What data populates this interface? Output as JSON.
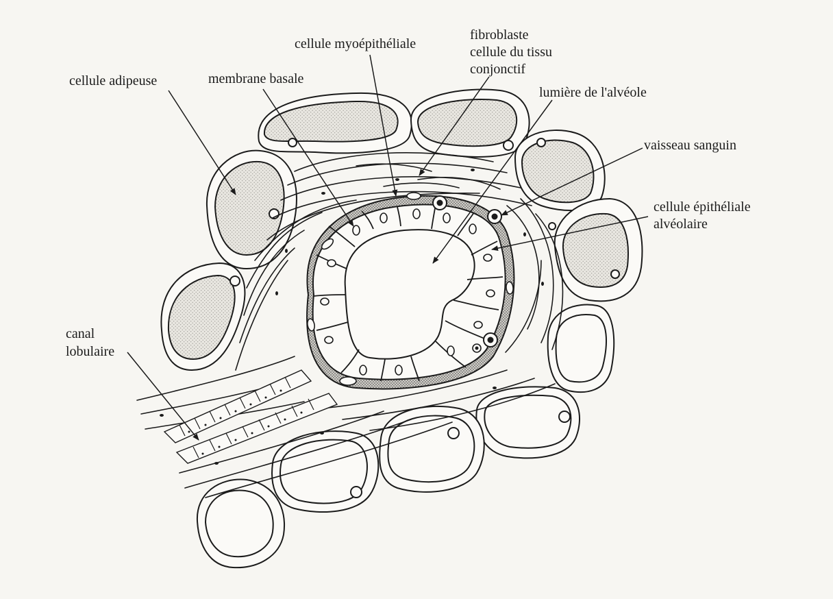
{
  "labels": {
    "adipose": "cellule adipeuse",
    "basement": "membrane basale",
    "myoepithelial": "cellule myoépithéliale",
    "fibroblast_1": "fibroblaste",
    "fibroblast_2": "cellule du tissu",
    "fibroblast_3": "conjonctif",
    "lumen": "lumière de l'alvéole",
    "vessel": "vaisseau sanguin",
    "epithelial_1": "cellule épithéliale",
    "epithelial_2": "alvéolaire",
    "duct_1": "canal",
    "duct_2": "lobulaire"
  },
  "colors": {
    "ink": "#1b1b1b",
    "fat_fill": "#e9e7e1",
    "background": "#f7f6f2"
  }
}
